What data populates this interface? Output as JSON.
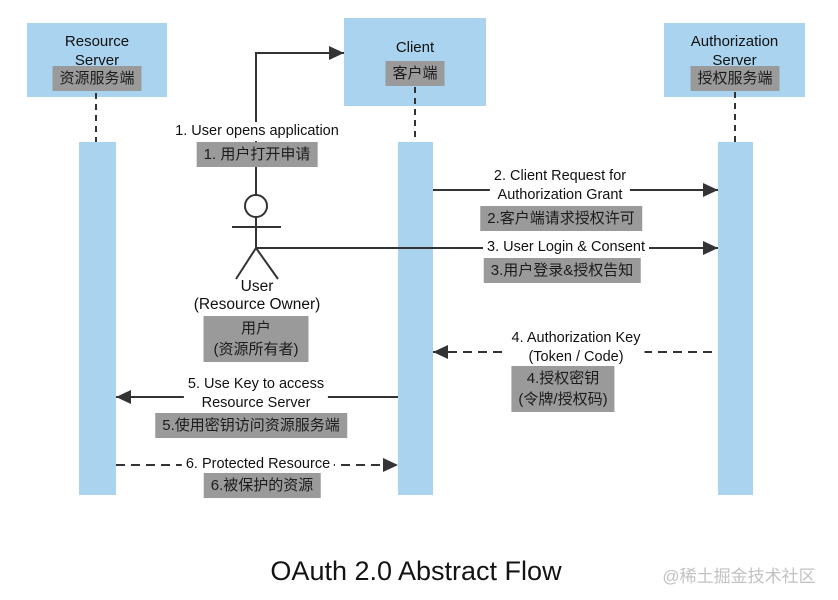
{
  "diagram": {
    "title": "OAuth 2.0 Abstract Flow",
    "watermark": "@稀土掘金技术社区"
  },
  "actors": {
    "resource": {
      "line1": "Resource",
      "line2": "Server",
      "zh": "资源服务端"
    },
    "client": {
      "line1": "Client",
      "zh": "客户端"
    },
    "auth": {
      "line1": "Authorization",
      "line2": "Server",
      "zh": "授权服务端"
    }
  },
  "user": {
    "name": "User",
    "role": "(Resource Owner)",
    "zh_name": "用户",
    "zh_role": "(资源所有者)"
  },
  "messages": {
    "m1": {
      "en": "1. User opens application",
      "zh": "1. 用户打开申请"
    },
    "m2": {
      "en1": "2. Client Request for",
      "en2": "Authorization Grant",
      "zh": "2.客户端请求授权许可"
    },
    "m3": {
      "en": "3. User Login & Consent",
      "zh": "3.用户登录&授权告知"
    },
    "m4": {
      "en1": "4. Authorization Key",
      "en2": "(Token / Code)",
      "zh1": "4.授权密钥",
      "zh2": "(令牌/授权码)"
    },
    "m5": {
      "en1": "5. Use Key to access",
      "en2": "Resource Server",
      "zh": "5.使用密钥访问资源服务端"
    },
    "m6": {
      "en": "6. Protected Resource",
      "zh": "6.被保护的资源"
    }
  },
  "colors": {
    "actor_fill": "#a9d3ee",
    "tag_bg": "#9a9a9a",
    "line": "#333333",
    "watermark": "#c2c2c2"
  }
}
